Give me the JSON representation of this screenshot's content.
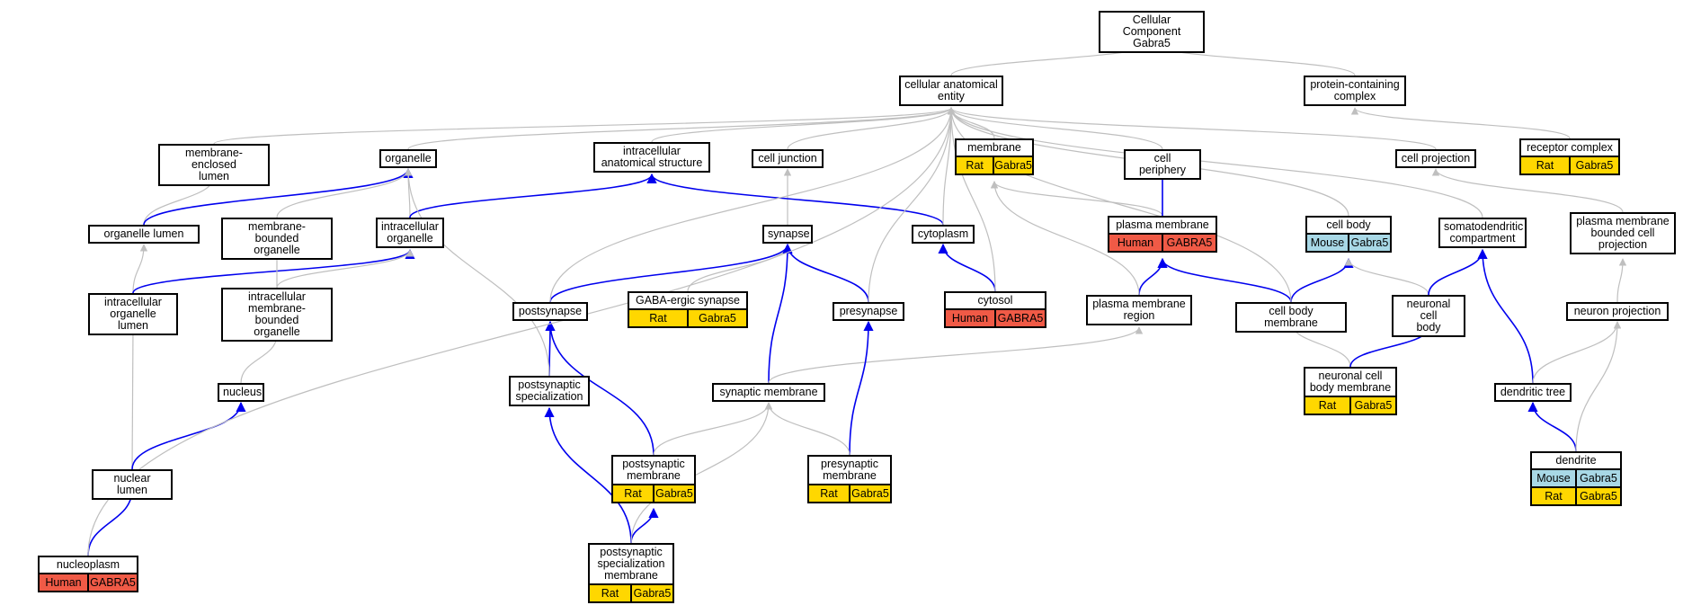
{
  "diagram": {
    "colors": {
      "grey_edge": "#bfbfbf",
      "blue_edge": "#0000ee",
      "rat": "#ffd700",
      "human": "#f05a46",
      "mouse": "#a8d8e6"
    },
    "nodes": {
      "root": {
        "label": "Cellular Component\nGabra5"
      },
      "cae": {
        "label": "cellular anatomical\nentity"
      },
      "pcc": {
        "label": "protein-containing\ncomplex"
      },
      "mel": {
        "label": "membrane-enclosed\nlumen"
      },
      "organelle": {
        "label": "organelle"
      },
      "ias": {
        "label": "intracellular\nanatomical structure"
      },
      "cj": {
        "label": "cell junction"
      },
      "membrane": {
        "label": "membrane",
        "rows": [
          [
            "Rat",
            "Gabra5"
          ]
        ]
      },
      "cp": {
        "label": "cell periphery"
      },
      "cproj": {
        "label": "cell projection"
      },
      "rc": {
        "label": "receptor complex",
        "rows": [
          [
            "Rat",
            "Gabra5"
          ]
        ]
      },
      "ol": {
        "label": "organelle lumen"
      },
      "mbo": {
        "label": "membrane-bounded\norganelle"
      },
      "io": {
        "label": "intracellular\norganelle"
      },
      "synapse": {
        "label": "synapse"
      },
      "cytoplasm": {
        "label": "cytoplasm"
      },
      "pm": {
        "label": "plasma membrane",
        "rows": [
          [
            "Human",
            "GABRA5"
          ]
        ]
      },
      "cb": {
        "label": "cell body",
        "rows": [
          [
            "Mouse",
            "Gabra5"
          ]
        ]
      },
      "sdc": {
        "label": "somatodendritic\ncompartment"
      },
      "pmbcp": {
        "label": "plasma membrane\nbounded cell\nprojection"
      },
      "iol": {
        "label": "intracellular\norganelle lumen"
      },
      "imbo": {
        "label": "intracellular\nmembrane-bounded\norganelle"
      },
      "postsynapse": {
        "label": "postsynapse"
      },
      "gaba": {
        "label": "GABA-ergic synapse",
        "rows": [
          [
            "Rat",
            "Gabra5"
          ]
        ]
      },
      "presynapse": {
        "label": "presynapse"
      },
      "cytosol": {
        "label": "cytosol",
        "rows": [
          [
            "Human",
            "GABRA5"
          ]
        ]
      },
      "pmr": {
        "label": "plasma membrane\nregion"
      },
      "cbm": {
        "label": "cell body membrane"
      },
      "ncb": {
        "label": "neuronal cell\nbody"
      },
      "np": {
        "label": "neuron projection"
      },
      "nucleus": {
        "label": "nucleus"
      },
      "pss": {
        "label": "postsynaptic\nspecialization"
      },
      "sm": {
        "label": "synaptic membrane"
      },
      "ncbm": {
        "label": "neuronal cell\nbody membrane",
        "rows": [
          [
            "Rat",
            "Gabra5"
          ]
        ]
      },
      "dt": {
        "label": "dendritic tree"
      },
      "nl": {
        "label": "nuclear lumen"
      },
      "psm": {
        "label": "postsynaptic\nmembrane",
        "rows": [
          [
            "Rat",
            "Gabra5"
          ]
        ]
      },
      "prem": {
        "label": "presynaptic\nmembrane",
        "rows": [
          [
            "Rat",
            "Gabra5"
          ]
        ]
      },
      "dendrite": {
        "label": "dendrite",
        "rows": [
          [
            "Mouse",
            "Gabra5"
          ],
          [
            "Rat",
            "Gabra5"
          ]
        ]
      },
      "nucleoplasm": {
        "label": "nucleoplasm",
        "rows": [
          [
            "Human",
            "GABRA5"
          ]
        ]
      },
      "pssm": {
        "label": "postsynaptic\nspecialization\nmembrane",
        "rows": [
          [
            "Rat",
            "Gabra5"
          ]
        ]
      }
    },
    "edges": [
      [
        "cae",
        "root",
        "grey"
      ],
      [
        "pcc",
        "root",
        "grey"
      ],
      [
        "mel",
        "cae",
        "grey"
      ],
      [
        "organelle",
        "cae",
        "grey"
      ],
      [
        "ias",
        "cae",
        "grey"
      ],
      [
        "cj",
        "cae",
        "grey"
      ],
      [
        "membrane",
        "cae",
        "grey"
      ],
      [
        "cp",
        "cae",
        "grey"
      ],
      [
        "cproj",
        "cae",
        "grey"
      ],
      [
        "rc",
        "pcc",
        "grey"
      ],
      [
        "ol",
        "mel",
        "grey"
      ],
      [
        "ol",
        "organelle",
        "blue"
      ],
      [
        "mbo",
        "organelle",
        "grey"
      ],
      [
        "io",
        "organelle",
        "grey"
      ],
      [
        "io",
        "ias",
        "blue"
      ],
      [
        "synapse",
        "cj",
        "grey"
      ],
      [
        "cytoplasm",
        "ias",
        "blue"
      ],
      [
        "cytoplasm",
        "cae",
        "grey"
      ],
      [
        "pm",
        "membrane",
        "grey"
      ],
      [
        "pm",
        "cp",
        "blue"
      ],
      [
        "cb",
        "cae",
        "grey"
      ],
      [
        "sdc",
        "cae",
        "grey"
      ],
      [
        "pmbcp",
        "cproj",
        "grey"
      ],
      [
        "iol",
        "ol",
        "grey"
      ],
      [
        "iol",
        "io",
        "blue"
      ],
      [
        "imbo",
        "mbo",
        "grey"
      ],
      [
        "imbo",
        "io",
        "grey"
      ],
      [
        "postsynapse",
        "synapse",
        "blue"
      ],
      [
        "postsynapse",
        "cae",
        "grey"
      ],
      [
        "gaba",
        "synapse",
        "grey"
      ],
      [
        "presynapse",
        "synapse",
        "blue"
      ],
      [
        "presynapse",
        "cae",
        "grey"
      ],
      [
        "cytosol",
        "cytoplasm",
        "blue"
      ],
      [
        "cytosol",
        "cae",
        "grey"
      ],
      [
        "pmr",
        "pm",
        "blue"
      ],
      [
        "pmr",
        "membrane",
        "grey"
      ],
      [
        "cbm",
        "pm",
        "blue"
      ],
      [
        "cbm",
        "cb",
        "blue"
      ],
      [
        "cbm",
        "cae",
        "grey"
      ],
      [
        "ncb",
        "cb",
        "grey"
      ],
      [
        "ncb",
        "sdc",
        "blue"
      ],
      [
        "np",
        "pmbcp",
        "grey"
      ],
      [
        "nucleus",
        "imbo",
        "grey"
      ],
      [
        "pss",
        "postsynapse",
        "blue"
      ],
      [
        "pss",
        "organelle",
        "grey"
      ],
      [
        "sm",
        "synapse",
        "blue"
      ],
      [
        "sm",
        "pmr",
        "grey"
      ],
      [
        "ncbm",
        "cbm",
        "grey"
      ],
      [
        "ncbm",
        "ncb",
        "blue"
      ],
      [
        "dt",
        "sdc",
        "blue"
      ],
      [
        "dt",
        "np",
        "grey"
      ],
      [
        "nl",
        "iol",
        "grey"
      ],
      [
        "nl",
        "nucleus",
        "blue"
      ],
      [
        "psm",
        "postsynapse",
        "blue"
      ],
      [
        "psm",
        "sm",
        "grey"
      ],
      [
        "prem",
        "presynapse",
        "blue"
      ],
      [
        "prem",
        "sm",
        "grey"
      ],
      [
        "dendrite",
        "dt",
        "blue"
      ],
      [
        "dendrite",
        "np",
        "grey"
      ],
      [
        "nucleoplasm",
        "nl",
        "blue"
      ],
      [
        "nucleoplasm",
        "cae",
        "grey"
      ],
      [
        "pssm",
        "pss",
        "blue"
      ],
      [
        "pssm",
        "psm",
        "blue"
      ],
      [
        "pssm",
        "sm",
        "grey"
      ]
    ]
  }
}
